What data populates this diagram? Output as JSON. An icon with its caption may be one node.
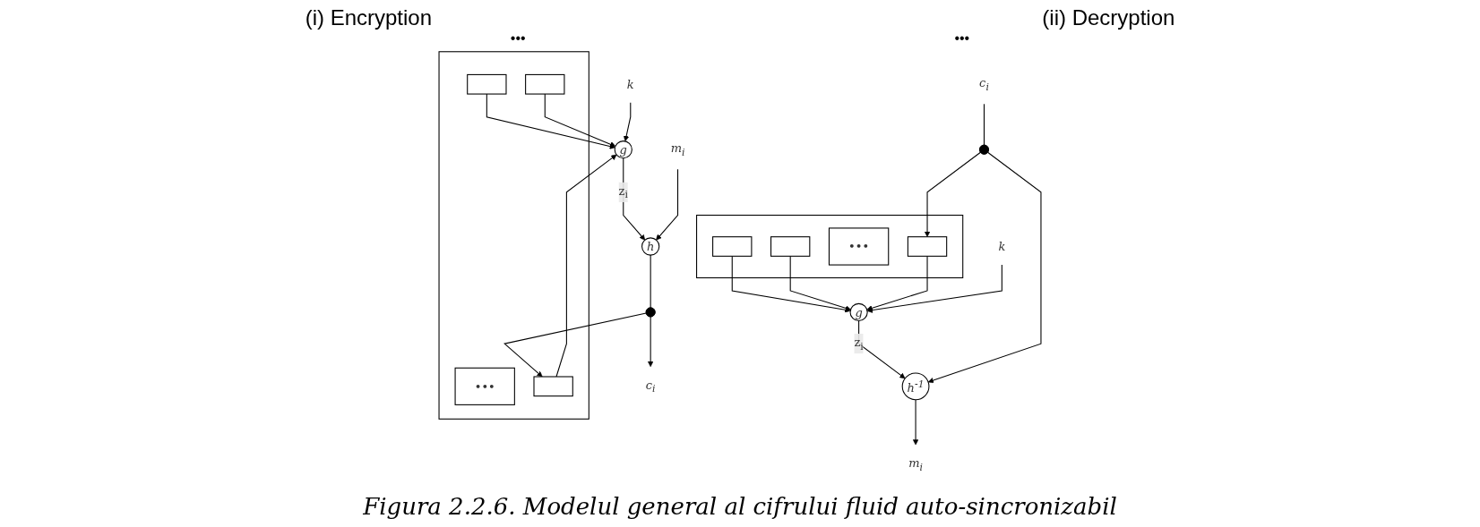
{
  "diagram": {
    "caption": "Figura 2.2.6. Modelul general al cifrului fluid auto-sincronizabil",
    "nodes": [
      {
        "text": [],
        "shape": "box"
      },
      {
        "text": [],
        "shape": "box",
        "in": 0
      },
      {
        "text": [],
        "shape": "box",
        "in": 0
      },
      {
        "text": [
          "•••"
        ],
        "in": 0
      },
      {
        "text": [],
        "shape": "box",
        "in": 0
      },
      {
        "text": [
          "k"
        ]
      },
      {
        "text": [
          "g"
        ]
      },
      {
        "text": [
          "m$_{i}$"
        ]
      },
      {
        "text": [
          "h"
        ]
      },
      {
        "text": [],
        "shape": "circle"
      },
      {
        "text": [
          "c$_{i}$"
        ]
      },
      {
        "text": [],
        "shape": "box"
      },
      {
        "text": [],
        "shape": "box",
        "in": 11
      },
      {
        "text": [],
        "shape": "box",
        "in": 11
      },
      {
        "text": [
          "•••"
        ],
        "in": 11
      },
      {
        "text": [],
        "shape": "box",
        "in": 11
      },
      {
        "text": [
          "k"
        ]
      },
      {
        "text": [
          "g"
        ]
      },
      {
        "text": [
          "c$_{i}$"
        ]
      },
      {
        "text": [],
        "shape": "circle"
      },
      {
        "text": [
          "h$^{-1}$"
        ]
      },
      {
        "text": [
          "m$_{i}$"
        ]
      }
    ],
    "edges": [
      {
        "from": 1,
        "to": 6,
        "arrow": "to"
      },
      {
        "from": 2,
        "to": 6,
        "arrow": "to"
      },
      {
        "from": 4,
        "to": 6,
        "arrow": "to"
      },
      {
        "from": 5,
        "to": 6,
        "arrow": "to"
      },
      {
        "from": 6,
        "to": 8,
        "arrow": "to",
        "label": "z$_{i}$"
      },
      {
        "from": 7,
        "to": 8,
        "arrow": "to"
      },
      {
        "from": 8,
        "to": 9,
        "arrow": "none"
      },
      {
        "from": 9,
        "to": 10,
        "arrow": "to"
      },
      {
        "from": 9,
        "to": 4,
        "arrow": "to"
      },
      {
        "from": 12,
        "to": 17,
        "arrow": "to"
      },
      {
        "from": 13,
        "to": 17,
        "arrow": "to"
      },
      {
        "from": 15,
        "to": 17,
        "arrow": "to"
      },
      {
        "from": 16,
        "to": 17,
        "arrow": "to"
      },
      {
        "from": 17,
        "to": 20,
        "arrow": "to",
        "label": "z$_{i}$"
      },
      {
        "from": 18,
        "to": 19,
        "arrow": "none"
      },
      {
        "from": 19,
        "to": 20,
        "arrow": "to"
      },
      {
        "from": 19,
        "to": 15,
        "arrow": "to"
      },
      {
        "from": 20,
        "to": 21,
        "arrow": "to"
      }
    ],
    "labels": [
      "(i) Encryption",
      "(ii) Decryption",
      "•••",
      "•••"
    ]
  }
}
